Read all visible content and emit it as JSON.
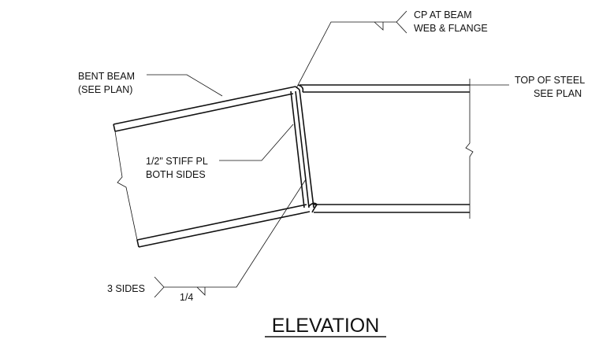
{
  "drawing": {
    "title": "ELEVATION",
    "labels": {
      "cp_line1": "CP AT BEAM",
      "cp_line2": "WEB & FLANGE",
      "bent_line1": "BENT BEAM",
      "bent_line2": "(SEE PLAN)",
      "tos_line1": "TOP OF STEEL",
      "tos_line2": "SEE PLAN",
      "stiff_line1": "1/2\" STIFF PL",
      "stiff_line2": "BOTH SIDES",
      "sides": "3 SIDES",
      "weld_size": "1/4"
    }
  }
}
